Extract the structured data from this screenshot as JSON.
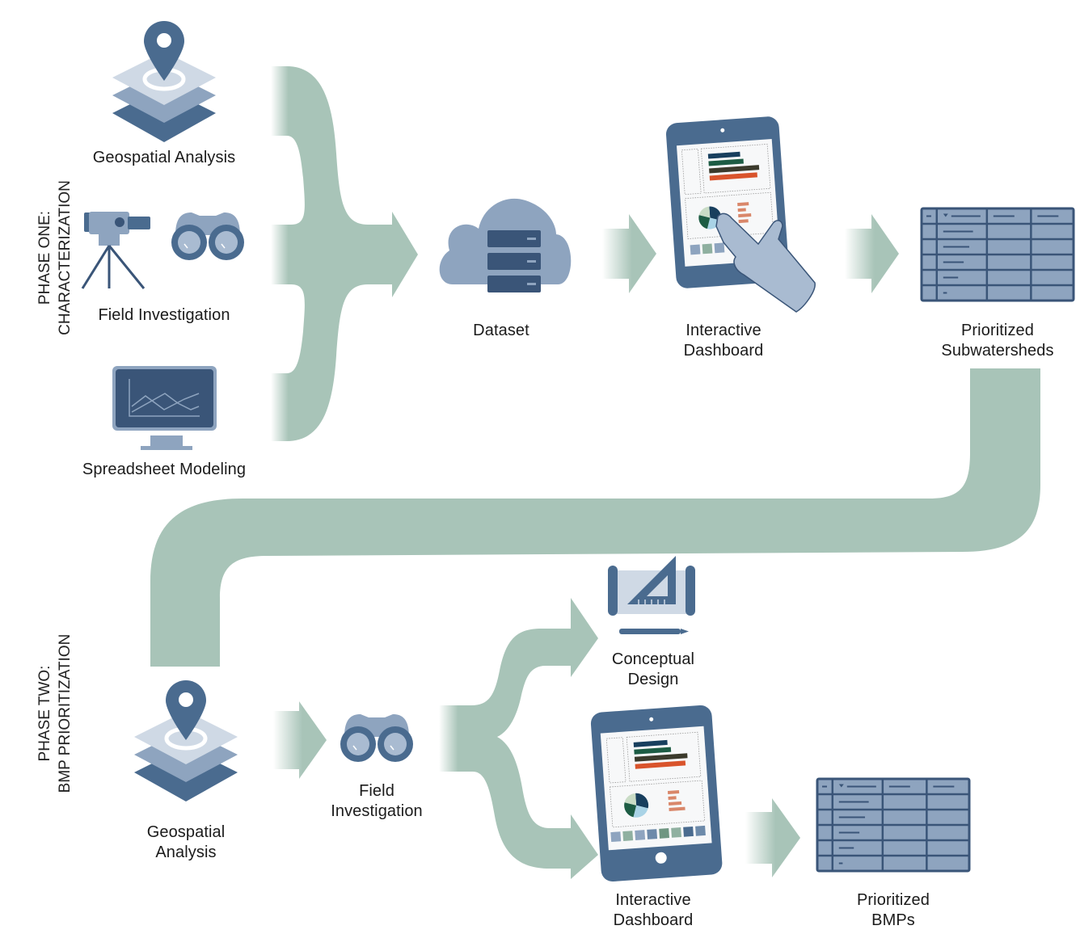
{
  "title": "Two-phase watershed prioritization workflow",
  "colors": {
    "flow": "#a8c4b8",
    "icon_dark": "#4a6b8f",
    "icon_mid": "#8ea4bf",
    "icon_light": "#cfd9e5",
    "icon_navy": "#3a5578",
    "bar_navy": "#183f5e",
    "bar_green": "#1d5c44",
    "bar_brown": "#3b3a2c",
    "bar_orange": "#d9542c"
  },
  "phases": [
    {
      "id": "phase-one",
      "label": "PHASE ONE:\nCHARACTERIZATION"
    },
    {
      "id": "phase-two",
      "label": "PHASE TWO:\nBMP PRIORITIZATION"
    }
  ],
  "phase_one": {
    "inputs": [
      {
        "label": "Geospatial Analysis",
        "icon": "map-layers-pin-icon"
      },
      {
        "label": "Field Investigation",
        "icon": "survey-tripod-binoculars-icon"
      },
      {
        "label": "Spreadsheet Modeling",
        "icon": "monitor-chart-icon"
      }
    ],
    "steps": [
      {
        "label": "Dataset",
        "icon": "cloud-server-icon"
      },
      {
        "label": "Interactive\nDashboard",
        "icon": "tablet-touch-icon"
      },
      {
        "label": "Prioritized\nSubwatersheds",
        "icon": "table-icon"
      }
    ]
  },
  "phase_two": {
    "steps": [
      {
        "label": "Geospatial\nAnalysis",
        "icon": "map-layers-pin-icon"
      },
      {
        "label": "Field\nInvestigation",
        "icon": "binoculars-icon"
      },
      {
        "label": "Conceptual\nDesign",
        "icon": "blueprint-triangle-icon"
      },
      {
        "label": "Interactive\nDashboard",
        "icon": "tablet-icon"
      },
      {
        "label": "Prioritized\nBMPs",
        "icon": "table-icon"
      }
    ]
  },
  "dashboard_bars": [
    0.55,
    0.6,
    0.86,
    0.82
  ],
  "dashboard_pie": [
    0.3,
    0.25,
    0.25,
    0.2
  ],
  "table_row_fill": [
    0.8,
    0.7,
    0.55,
    0.4,
    0.1
  ]
}
